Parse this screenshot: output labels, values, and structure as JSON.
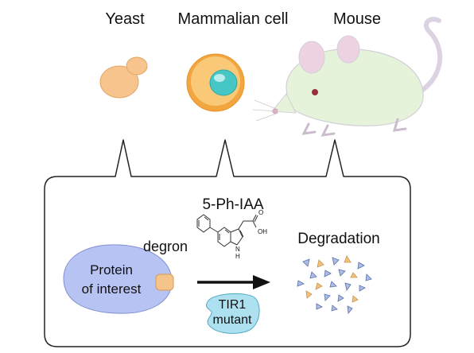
{
  "organisms": {
    "yeast": "Yeast",
    "mammalian_cell": "Mammalian cell",
    "mouse": "Mouse"
  },
  "compound": {
    "name": "5-Ph-IAA",
    "oh_label": "OH",
    "o_label": "O",
    "nh_label": "N",
    "h_label": "H"
  },
  "protein": {
    "line1": "Protein",
    "line2": "of interest",
    "degron": "degron"
  },
  "enzyme": {
    "line1": "TIR1",
    "line2": "mutant"
  },
  "result": {
    "label": "Degradation"
  },
  "colors": {
    "yeast": "#f6c48c",
    "cell_outer": "#f2a640",
    "cell_inner": "#f9c978",
    "nucleus": "#46c7c6",
    "mouse": "#e4f2d8",
    "protein": "#b7c3f3",
    "degron": "#f5c48a",
    "tir1": "#aee1f0",
    "frag_blue": "#aebde8",
    "frag_orange": "#f1c27f"
  }
}
